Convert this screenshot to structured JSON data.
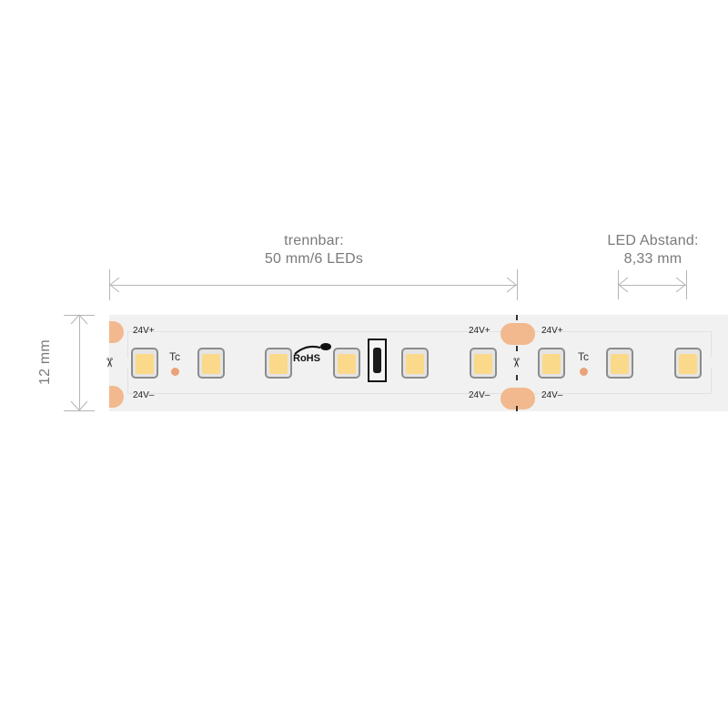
{
  "dimensions": {
    "cuttable": {
      "line1": "trennbar:",
      "line2": "50 mm/6 LEDs"
    },
    "led_spacing": {
      "line1": "LED Abstand:",
      "line2": "8,33 mm"
    },
    "width": {
      "label": "12 mm"
    }
  },
  "strip": {
    "voltage_plus": "24V+",
    "voltage_minus": "24V–",
    "temp_point": "Tc",
    "rohs": "RoHS",
    "led_color": "#fbd98a",
    "pad_color": "#f2b98e",
    "scissor_icon": "✂"
  }
}
